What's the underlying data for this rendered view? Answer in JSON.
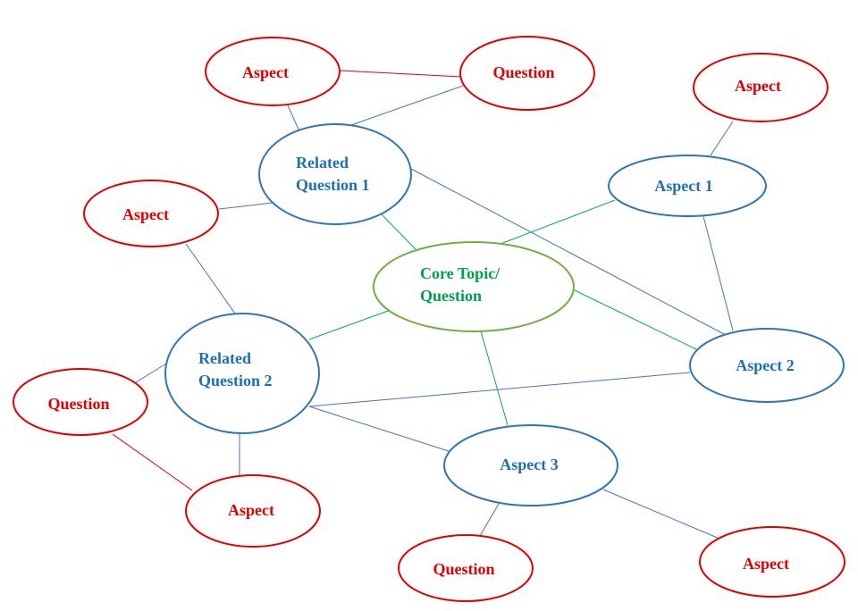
{
  "colors": {
    "core_stroke": "#70ad47",
    "core_text": "#00a04a",
    "primary_stroke": "#2e75b6",
    "primary_text": "#1f6fb8",
    "secondary_stroke": "#e00000",
    "secondary_text": "#e00000",
    "link_blue": "#4472c4",
    "link_green": "#00b050",
    "link_red": "#e00000"
  },
  "nodes": {
    "core": {
      "line1": "Core Topic/",
      "line2": "Question"
    },
    "related_question_1": {
      "line1": "Related",
      "line2": "Question 1"
    },
    "related_question_2": {
      "line1": "Related",
      "line2": "Question 2"
    },
    "aspect_1": {
      "label": "Aspect 1"
    },
    "aspect_2": {
      "label": "Aspect 2"
    },
    "aspect_3": {
      "label": "Aspect 3"
    },
    "top_aspect": {
      "label": "Aspect"
    },
    "top_question": {
      "label": "Question"
    },
    "right_top_aspect": {
      "label": "Aspect"
    },
    "left_aspect": {
      "label": "Aspect"
    },
    "left_question": {
      "label": "Question"
    },
    "bottom_left_aspect": {
      "label": "Aspect"
    },
    "bottom_question": {
      "label": "Question"
    },
    "bottom_right_aspect": {
      "label": "Aspect"
    }
  }
}
